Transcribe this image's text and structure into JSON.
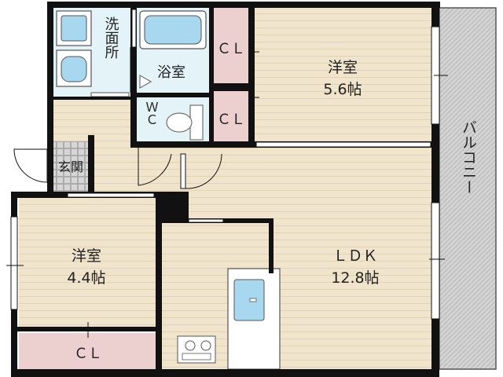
{
  "rooms": {
    "washroom": "洗面所",
    "bath": "浴室",
    "wc": "ＷＣ",
    "western_north": {
      "name": "洋室",
      "size": "5.6帖"
    },
    "western_south": {
      "name": "洋室",
      "size": "4.4帖"
    },
    "ldk": {
      "name": "ＬＤＫ",
      "size": "12.8帖"
    },
    "entrance": "玄関",
    "balcony": "バルコニー"
  },
  "closets": {
    "cl_upper": "ＣＬ",
    "cl_lower": "ＣＬ",
    "cl_south": "ＣＬ"
  },
  "colors": {
    "floor": "#f1e4cd",
    "floor_line": "#e0cfb0",
    "wet_area": "#e3f3f7",
    "closet": "#ecd0d0",
    "wall": "#111111",
    "balcony": "#cfcfcf",
    "fixture": "#a8d8ef"
  }
}
